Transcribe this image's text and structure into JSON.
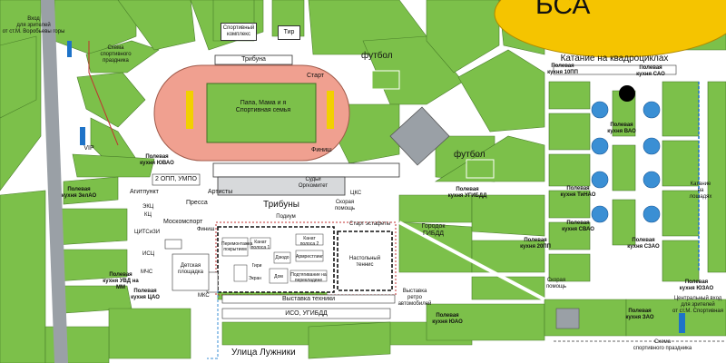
{
  "colors": {
    "grass": "#7cc04a",
    "grass_dark": "#5f9d37",
    "road": "#ffffff",
    "track": "#f0a090",
    "field": "#7cc04a",
    "bsa": "#f5c400",
    "pond": "#3a8fd4",
    "stage": "#9aa0a6",
    "yellow": "#f2d000",
    "blue_marker": "#1e73c8",
    "black_dot": "#000000"
  },
  "labels": {
    "spectators_entrance": "Вход\nдля зрителей\nот ст.М. Воробьевы горы",
    "scheme_top": "Схема\nспортивного праздника",
    "vip": "VIP",
    "tribune_top": "Трибуна",
    "start": "Старт",
    "finish": "Финиш",
    "field_text": "Папа, Мама и я\nСпортивная семья",
    "football_top": "футбол",
    "football_mid": "футбол",
    "sports_complex": "Спортивный\nкомплекс",
    "tir": "Тир",
    "bsa": "БСА",
    "quad_title": "Катание на квадроциклах",
    "kitchen_10pp": "Полевая\nкухня 10ПП",
    "kitchen_sao": "Полевая\nкухня САО",
    "kitchen_vao": "Полевая\nкухня ВАО",
    "kitchen_tinao": "Полевая\nкухня ТиНАО",
    "kitchen_svao": "Полевая\nкухня СВАО",
    "kitchen_szao": "Полевая\nкухня СЗАО",
    "kitchen_20pp": "Полевая\nкухня 20ПП",
    "kitchen_ugibdd": "Полевая\nкухня УГИБДД",
    "kitchen_yuvao": "Полевая\nкухня ЮВАО",
    "kitchen_zelao": "Полевая\nкухня ЗелАО",
    "kitchen_uvd_mm": "Полевая\nкухня УВД на ММ",
    "kitchen_tsao": "Полевая\nкухня ЦАО",
    "kitchen_yuao": "Полевая\nкухня ЮАО",
    "kitchen_yuzao": "Полевая\nкухня ЮЗАО",
    "kitchen_zao": "Полевая\nкухня ЗАО",
    "ponies": "Катание\nна\nлошадях",
    "opp_umpo": "2 ОПП, УМПО",
    "agitpunkt": "Агитпункт",
    "artists": "Артисты",
    "press": "Пресса",
    "judges": "Судьи\nОргкомитет",
    "tribunes": "Трибуны",
    "podium": "Подиум",
    "first_aid_1": "Скорая\nпомощь",
    "first_aid_2": "Скорая\nпомощь",
    "ucs": "ЦКС",
    "start_relay": "Старт эстафеты",
    "moskomsport": "Москомспорт",
    "ekts": "ЭКЦ",
    "kts": "КЦ",
    "tsitsozi": "ЦИТСиЗИ",
    "ics": "ИСЦ",
    "mchs": "МЧС",
    "mks": "МКС",
    "kids_area": "Детская\nплощадка",
    "finish2": "Финиш",
    "tennis": "Настольный\nтеннис",
    "gibdd_town": "Городок\nГИБДД",
    "tech_show": "Выставка техники",
    "retro_show": "Выставка\nретро автомобилей",
    "iso_ugibdd": "ИСО, УГИБДД",
    "luzhniki_street": "Улица Лужники",
    "central_entrance": "Центральный вход\nдля зрителей\nот ст.М. Спортивная",
    "scheme_bottom": "Схема\nспортивного праздника",
    "stage_labels": {
      "pavement": "Перемонтажка\nпокрытием",
      "lane1": "Канат\nполоса 1",
      "lane2": "Канат\nполоса 2",
      "arm": "Армрестлинг",
      "judo": "Дзюдо",
      "screen": "Экран",
      "gyr": "Гири",
      "house": "Дом",
      "pull": "Подтягивание на\nперекладине"
    }
  }
}
